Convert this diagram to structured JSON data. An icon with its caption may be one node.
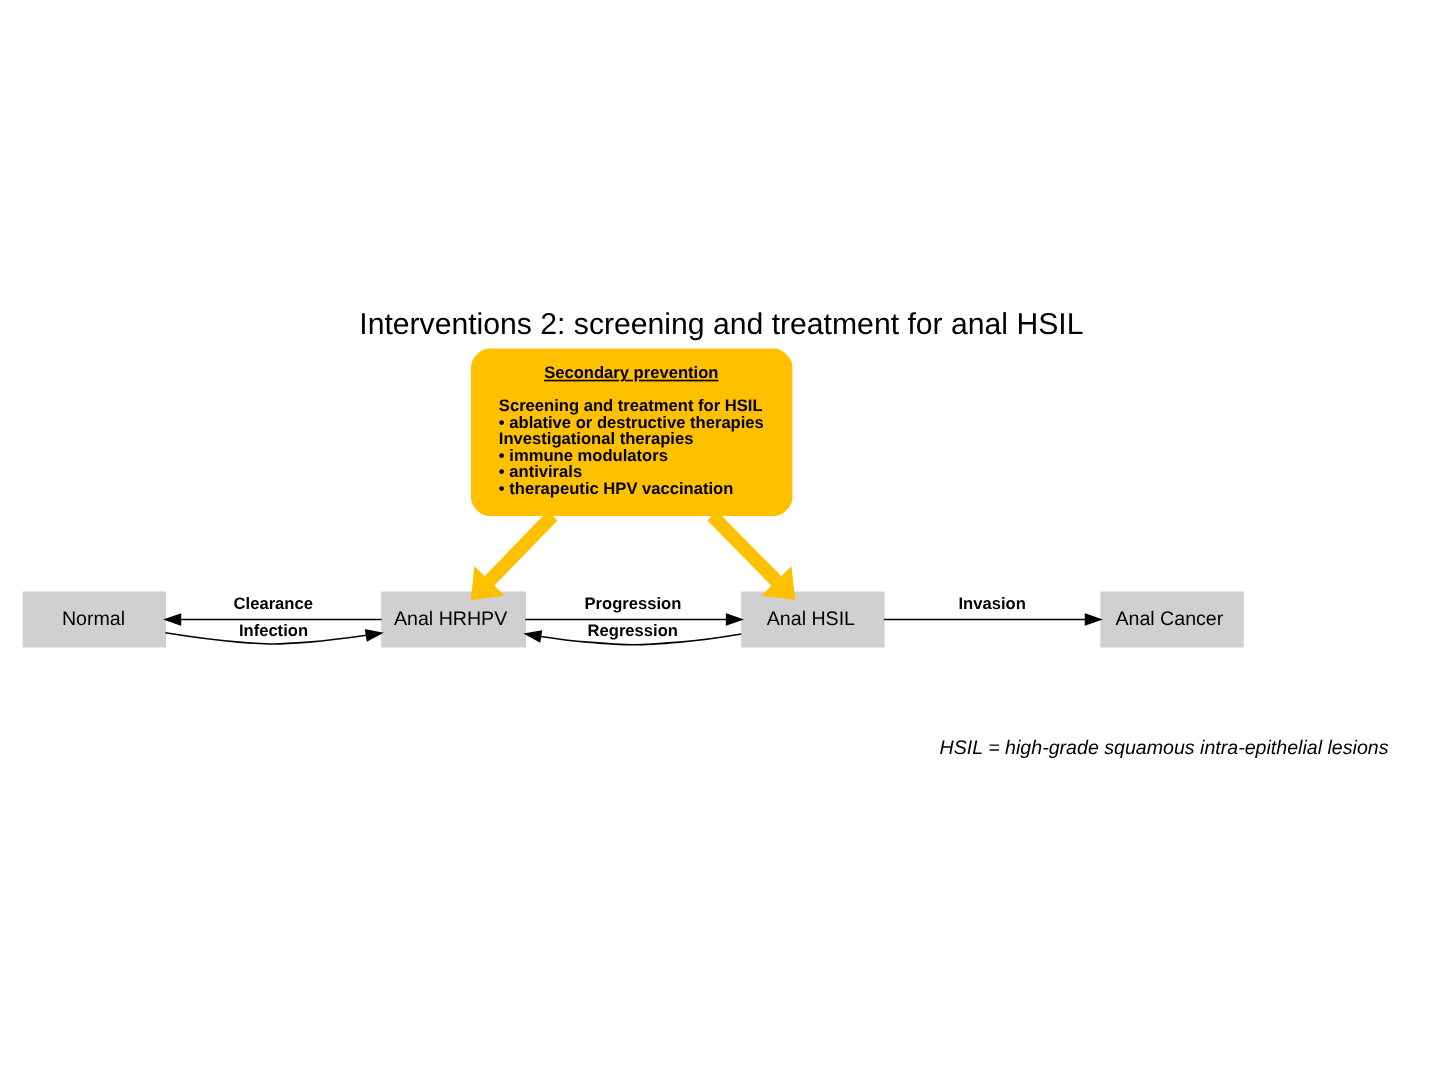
{
  "diagram": {
    "title": "Interventions 2: screening and treatment for anal HSIL",
    "nodes": [
      {
        "text": [
          "Secondary prevention",
          "Screening and treatment for HSIL",
          "• ablative or destructive therapies",
          "Investigational therapies",
          "• immune modulators",
          "• antivirals",
          "• therapeutic HPV vaccination"
        ]
      },
      {
        "text": [
          "Normal"
        ]
      },
      {
        "text": [
          "Anal HRHPV"
        ]
      },
      {
        "text": [
          "Anal HSIL"
        ]
      },
      {
        "text": [
          "Anal Cancer"
        ]
      }
    ],
    "edges": [
      {
        "from": 0,
        "to": 2,
        "arrow": "to",
        "style": "thick",
        "color": "#ffc000"
      },
      {
        "from": 0,
        "to": 3,
        "arrow": "to",
        "style": "thick",
        "color": "#ffc000"
      },
      {
        "from": 1,
        "to": 2,
        "arrow": "to",
        "label": "Infection"
      },
      {
        "from": 2,
        "to": 1,
        "arrow": "to",
        "label": "Clearance"
      },
      {
        "from": 2,
        "to": 3,
        "arrow": "to",
        "label": "Progression"
      },
      {
        "from": 3,
        "to": 2,
        "arrow": "to",
        "label": "Regression"
      },
      {
        "from": 3,
        "to": 4,
        "arrow": "to",
        "label": "Invasion"
      }
    ],
    "labels": [
      "HSIL = high-grade squamous intra-epithelial lesions"
    ]
  }
}
